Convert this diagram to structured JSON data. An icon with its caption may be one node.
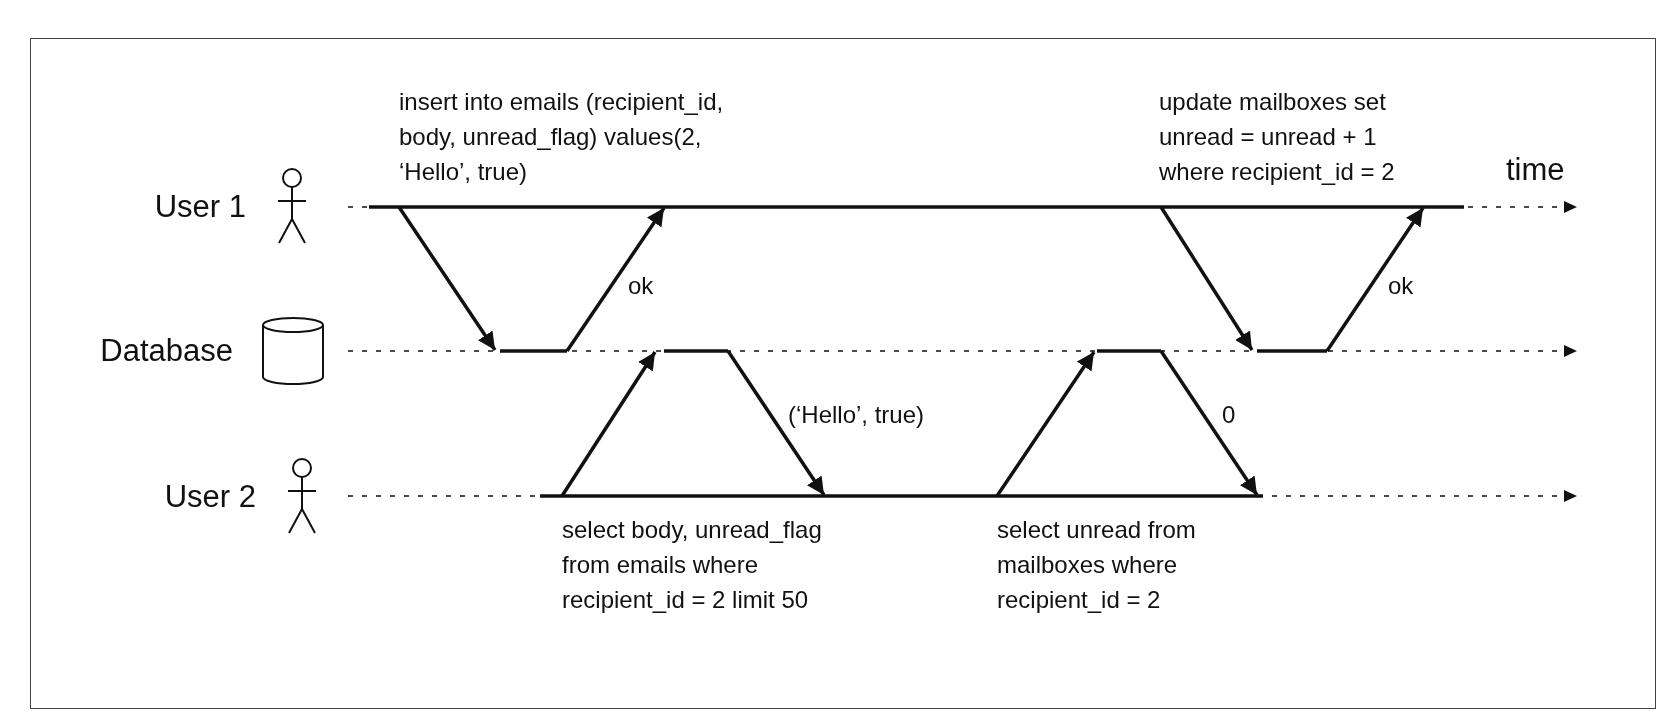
{
  "diagram": {
    "nodes": [
      {
        "text": [
          "User 1"
        ]
      },
      {
        "text": [
          "Database"
        ]
      },
      {
        "text": [
          "User 2"
        ]
      }
    ],
    "edges": [
      {
        "from": 0,
        "to": 1,
        "arrow": "to",
        "label": "insert into emails (recipient_id, body, unread_flag) values(2, ‘Hello’, true)"
      },
      {
        "from": 1,
        "to": 0,
        "arrow": "to",
        "label": "ok"
      },
      {
        "from": 2,
        "to": 1,
        "arrow": "to",
        "label": "select body, unread_flag from emails where recipient_id = 2 limit 50"
      },
      {
        "from": 1,
        "to": 2,
        "arrow": "to",
        "label": "(‘Hello’, true)"
      },
      {
        "from": 2,
        "to": 1,
        "arrow": "to",
        "label": "select unread from mailboxes where recipient_id = 2"
      },
      {
        "from": 1,
        "to": 2,
        "arrow": "to",
        "label": "0"
      },
      {
        "from": 0,
        "to": 1,
        "arrow": "to",
        "label": "update mailboxes set unread = unread + 1 where recipient_id = 2"
      },
      {
        "from": 1,
        "to": 0,
        "arrow": "to",
        "label": "ok"
      }
    ],
    "labels": [
      "time"
    ]
  }
}
